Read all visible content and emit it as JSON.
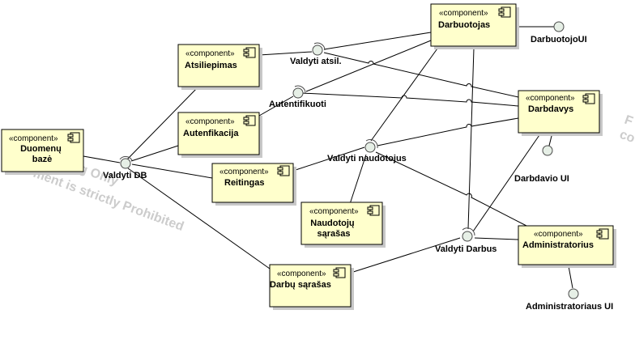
{
  "stereotype": "«component»",
  "components": [
    {
      "id": "darbuotojas",
      "name": "Darbuotojas"
    },
    {
      "id": "atsiliepimas",
      "name": "Atsiliepimas"
    },
    {
      "id": "autentifikacija",
      "name": "Autenfikacija"
    },
    {
      "id": "duomenu_baze",
      "name": "Duomenų\nbazė"
    },
    {
      "id": "reitingas",
      "name": "Reitingas"
    },
    {
      "id": "darbdavys",
      "name": "Darbdavys"
    },
    {
      "id": "naudotoju_sarasas",
      "name": "Naudotojų\nsąrašas"
    },
    {
      "id": "administratorius",
      "name": "Administratorius"
    },
    {
      "id": "darbu_sarasas",
      "name": "Darbų sąrašas"
    }
  ],
  "interfaces": [
    {
      "id": "darbuotojo_ui",
      "name": "DarbuotojoUI"
    },
    {
      "id": "valdyti_atsil",
      "name": "Valdyti atsil."
    },
    {
      "id": "autentifikuoti",
      "name": "Autentifikuoti"
    },
    {
      "id": "valdyti_db",
      "name": "Valdyti DB"
    },
    {
      "id": "valdyti_naudotojus",
      "name": "Valdyti naudotojus"
    },
    {
      "id": "darbdavio_ui",
      "name": "Darbdavio UI"
    },
    {
      "id": "valdyti_darbus",
      "name": "Valdyti Darbus"
    },
    {
      "id": "administratoriaus_ui",
      "name": "Administratoriaus UI"
    }
  ],
  "watermark": {
    "line1": "ching Only",
    "line2": "ment is strictly Prohibited",
    "line3": "F",
    "line4": "co"
  },
  "colors": {
    "component_fill": "#ffffcc",
    "ball_fill": "#e6efe6",
    "watermark": "#cccccc"
  }
}
